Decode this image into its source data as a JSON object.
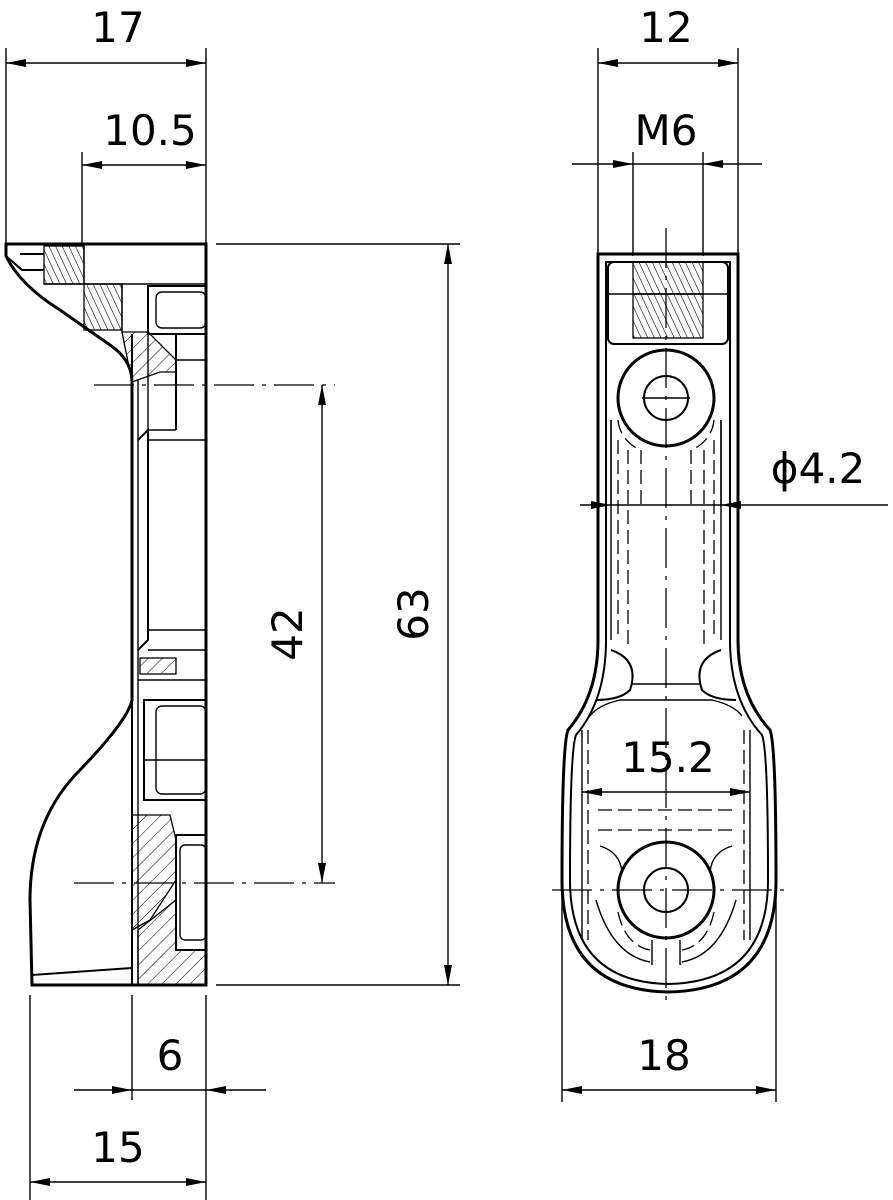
{
  "side_view": {
    "dim_total_width": "17",
    "dim_thread_offset": "10.5",
    "dim_height": "63",
    "dim_hole_spacing": "42",
    "dim_wall": "6",
    "dim_base_width": "15"
  },
  "front_view": {
    "dim_top_width": "12",
    "dim_thread": "M6",
    "dim_hole_diameter": "ϕ4.2",
    "dim_inner_width": "15.2",
    "dim_base_width": "18"
  }
}
